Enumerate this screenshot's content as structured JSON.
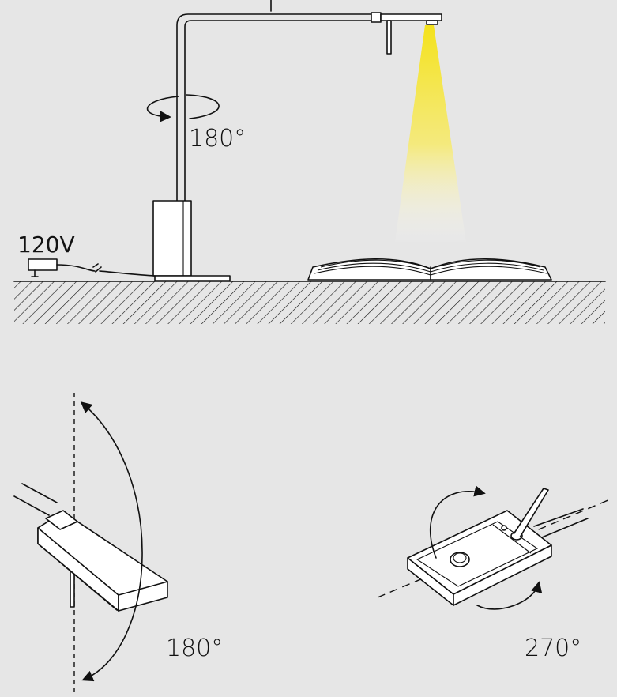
{
  "labels": {
    "rotation_pole": "180°",
    "voltage": "120V",
    "rotation_head_tilt": "180°",
    "rotation_head_spin": "270°"
  },
  "colors": {
    "background": "#e6e6e6",
    "ground_hatch": "#111111",
    "light_beam": "#f7e83a",
    "outline": "#111111"
  },
  "icons": {
    "lamp": "desk-lamp-icon",
    "book": "open-book-icon",
    "adapter": "power-adapter-icon"
  }
}
